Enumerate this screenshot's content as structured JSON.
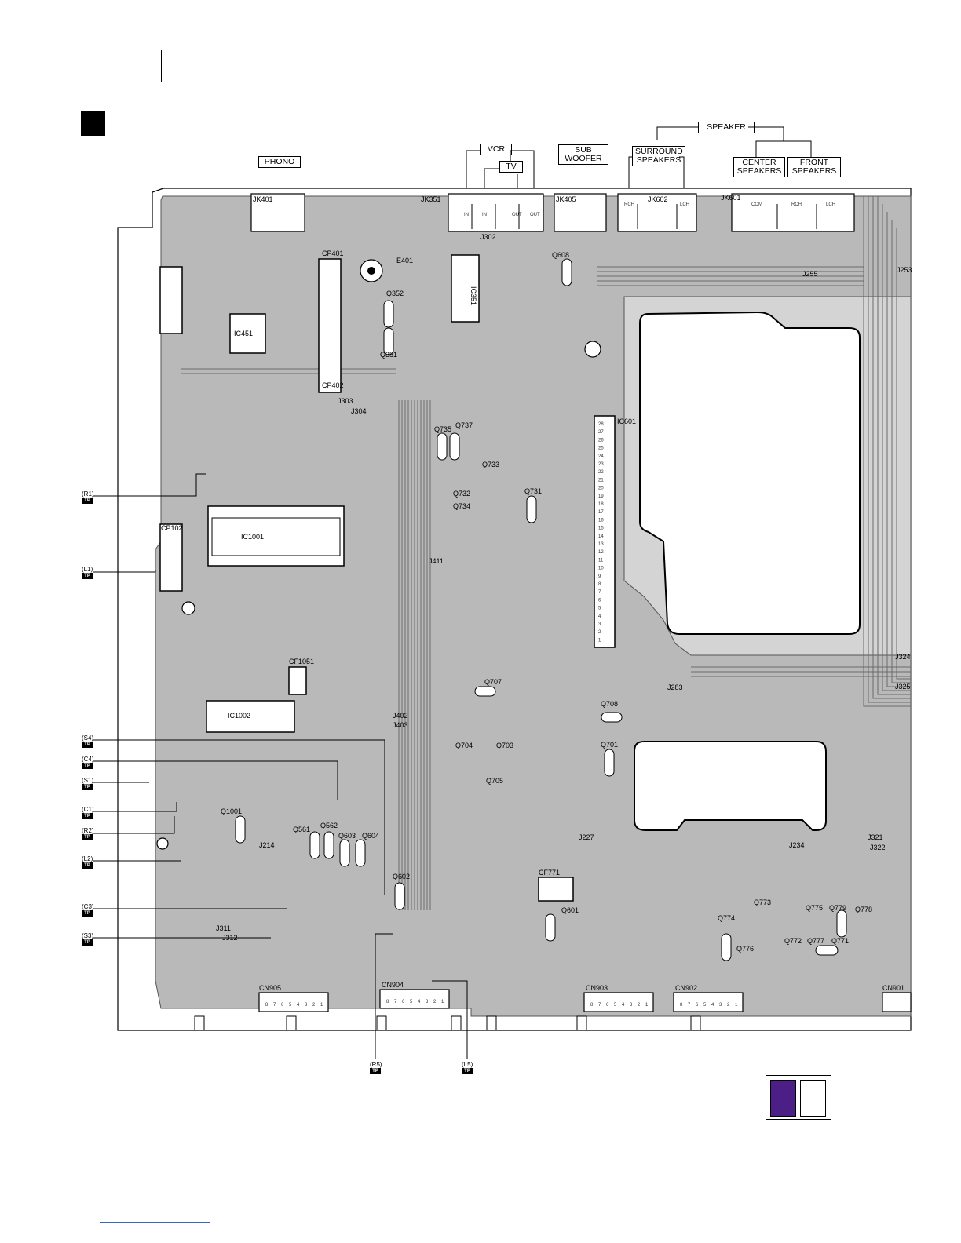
{
  "section_marker": "",
  "jack_labels": {
    "phono": "PHONO",
    "vcr": "VCR",
    "tv": "TV",
    "sub_woofer_line1": "SUB",
    "sub_woofer_line2": "WOOFER",
    "speaker": "SPEAKER",
    "surround_line1": "SURROUND",
    "surround_line2": "SPEAKERS",
    "center_line1": "CENTER",
    "center_line2": "SPEAKERS",
    "front_line1": "FRONT",
    "front_line2": "SPEAKERS"
  },
  "jack_pins": {
    "vcr_in_1": "IN",
    "vcr_in_2": "IN",
    "tv_out_1": "OUT",
    "tv_out_2": "OUT",
    "rch": "RCH",
    "lch": "LCH",
    "com": "COM"
  },
  "components": {
    "jk401": "JK401",
    "jk351": "JK351",
    "jk405": "JK405",
    "jk602": "JK602",
    "jk601": "JK601",
    "ic1001": "IC1001",
    "ic1002": "IC1002",
    "ic451": "IC451",
    "ic351": "IC351",
    "ic601": "IC601",
    "cf771": "CF771",
    "cf1051": "CF1051",
    "cp401": "CP401",
    "cp402": "CP402",
    "cp102": "CP102",
    "cn905": "CN905",
    "cn904": "CN904",
    "cn903": "CN903",
    "cn902": "CN902",
    "cn901": "CN901",
    "q352": "Q352",
    "q351": "Q351",
    "q608": "Q608",
    "q735": "Q735",
    "q737": "Q737",
    "q733": "Q733",
    "q732": "Q732",
    "q734": "Q734",
    "q731": "Q731",
    "q707": "Q707",
    "q708": "Q708",
    "q701": "Q701",
    "q704": "Q704",
    "q703": "Q703",
    "q705": "Q705",
    "q1001": "Q1001",
    "q561": "Q561",
    "q562": "Q562",
    "q603": "Q603",
    "q604": "Q604",
    "q602": "Q602",
    "q601": "Q601",
    "q774": "Q774",
    "q773": "Q773",
    "q775": "Q775",
    "q779": "Q779",
    "q776": "Q776",
    "q772": "Q772",
    "q777": "Q777",
    "q771": "Q771",
    "q778": "Q778",
    "e401": "E401",
    "j411": "J411",
    "j402": "J402",
    "j403": "J403",
    "j255": "J255",
    "j253": "J253",
    "j283": "J283",
    "j325": "J325",
    "j324": "J324",
    "j321": "J321",
    "j322": "J322",
    "j227": "J227",
    "j234": "J234",
    "j302": "J302",
    "j303": "J303",
    "j304": "J304",
    "j311": "J311",
    "j312": "J312",
    "j214": "J214"
  },
  "test_points": [
    {
      "name": "(R1)",
      "tag": "TP"
    },
    {
      "name": "(L1)",
      "tag": "TP"
    },
    {
      "name": "(S4)",
      "tag": "TP"
    },
    {
      "name": "(C4)",
      "tag": "TP"
    },
    {
      "name": "(S1)",
      "tag": "TP"
    },
    {
      "name": "(C1)",
      "tag": "TP"
    },
    {
      "name": "(R2)",
      "tag": "TP"
    },
    {
      "name": "(L2)",
      "tag": "TP"
    },
    {
      "name": "(C3)",
      "tag": "TP"
    },
    {
      "name": "(S3)",
      "tag": "TP"
    },
    {
      "name": "(R5)",
      "tag": "TP"
    },
    {
      "name": "(L5)",
      "tag": "TP"
    }
  ],
  "ic601_pins": [
    "28",
    "27",
    "26",
    "25",
    "24",
    "23",
    "22",
    "21",
    "20",
    "19",
    "18",
    "17",
    "16",
    "15",
    "14",
    "13",
    "12",
    "11",
    "10",
    "9",
    "8",
    "7",
    "6",
    "5",
    "4",
    "3",
    "2",
    "1"
  ],
  "connector_pins": [
    "8",
    "7",
    "6",
    "5",
    "4",
    "3",
    "2",
    "1"
  ],
  "colors": {
    "board": "#b9b9b9",
    "board_dark": "#8f8f8f",
    "trace": "#6a6a6a",
    "key_swatch": "#4b1f86",
    "footer_link": "#3366cc"
  }
}
